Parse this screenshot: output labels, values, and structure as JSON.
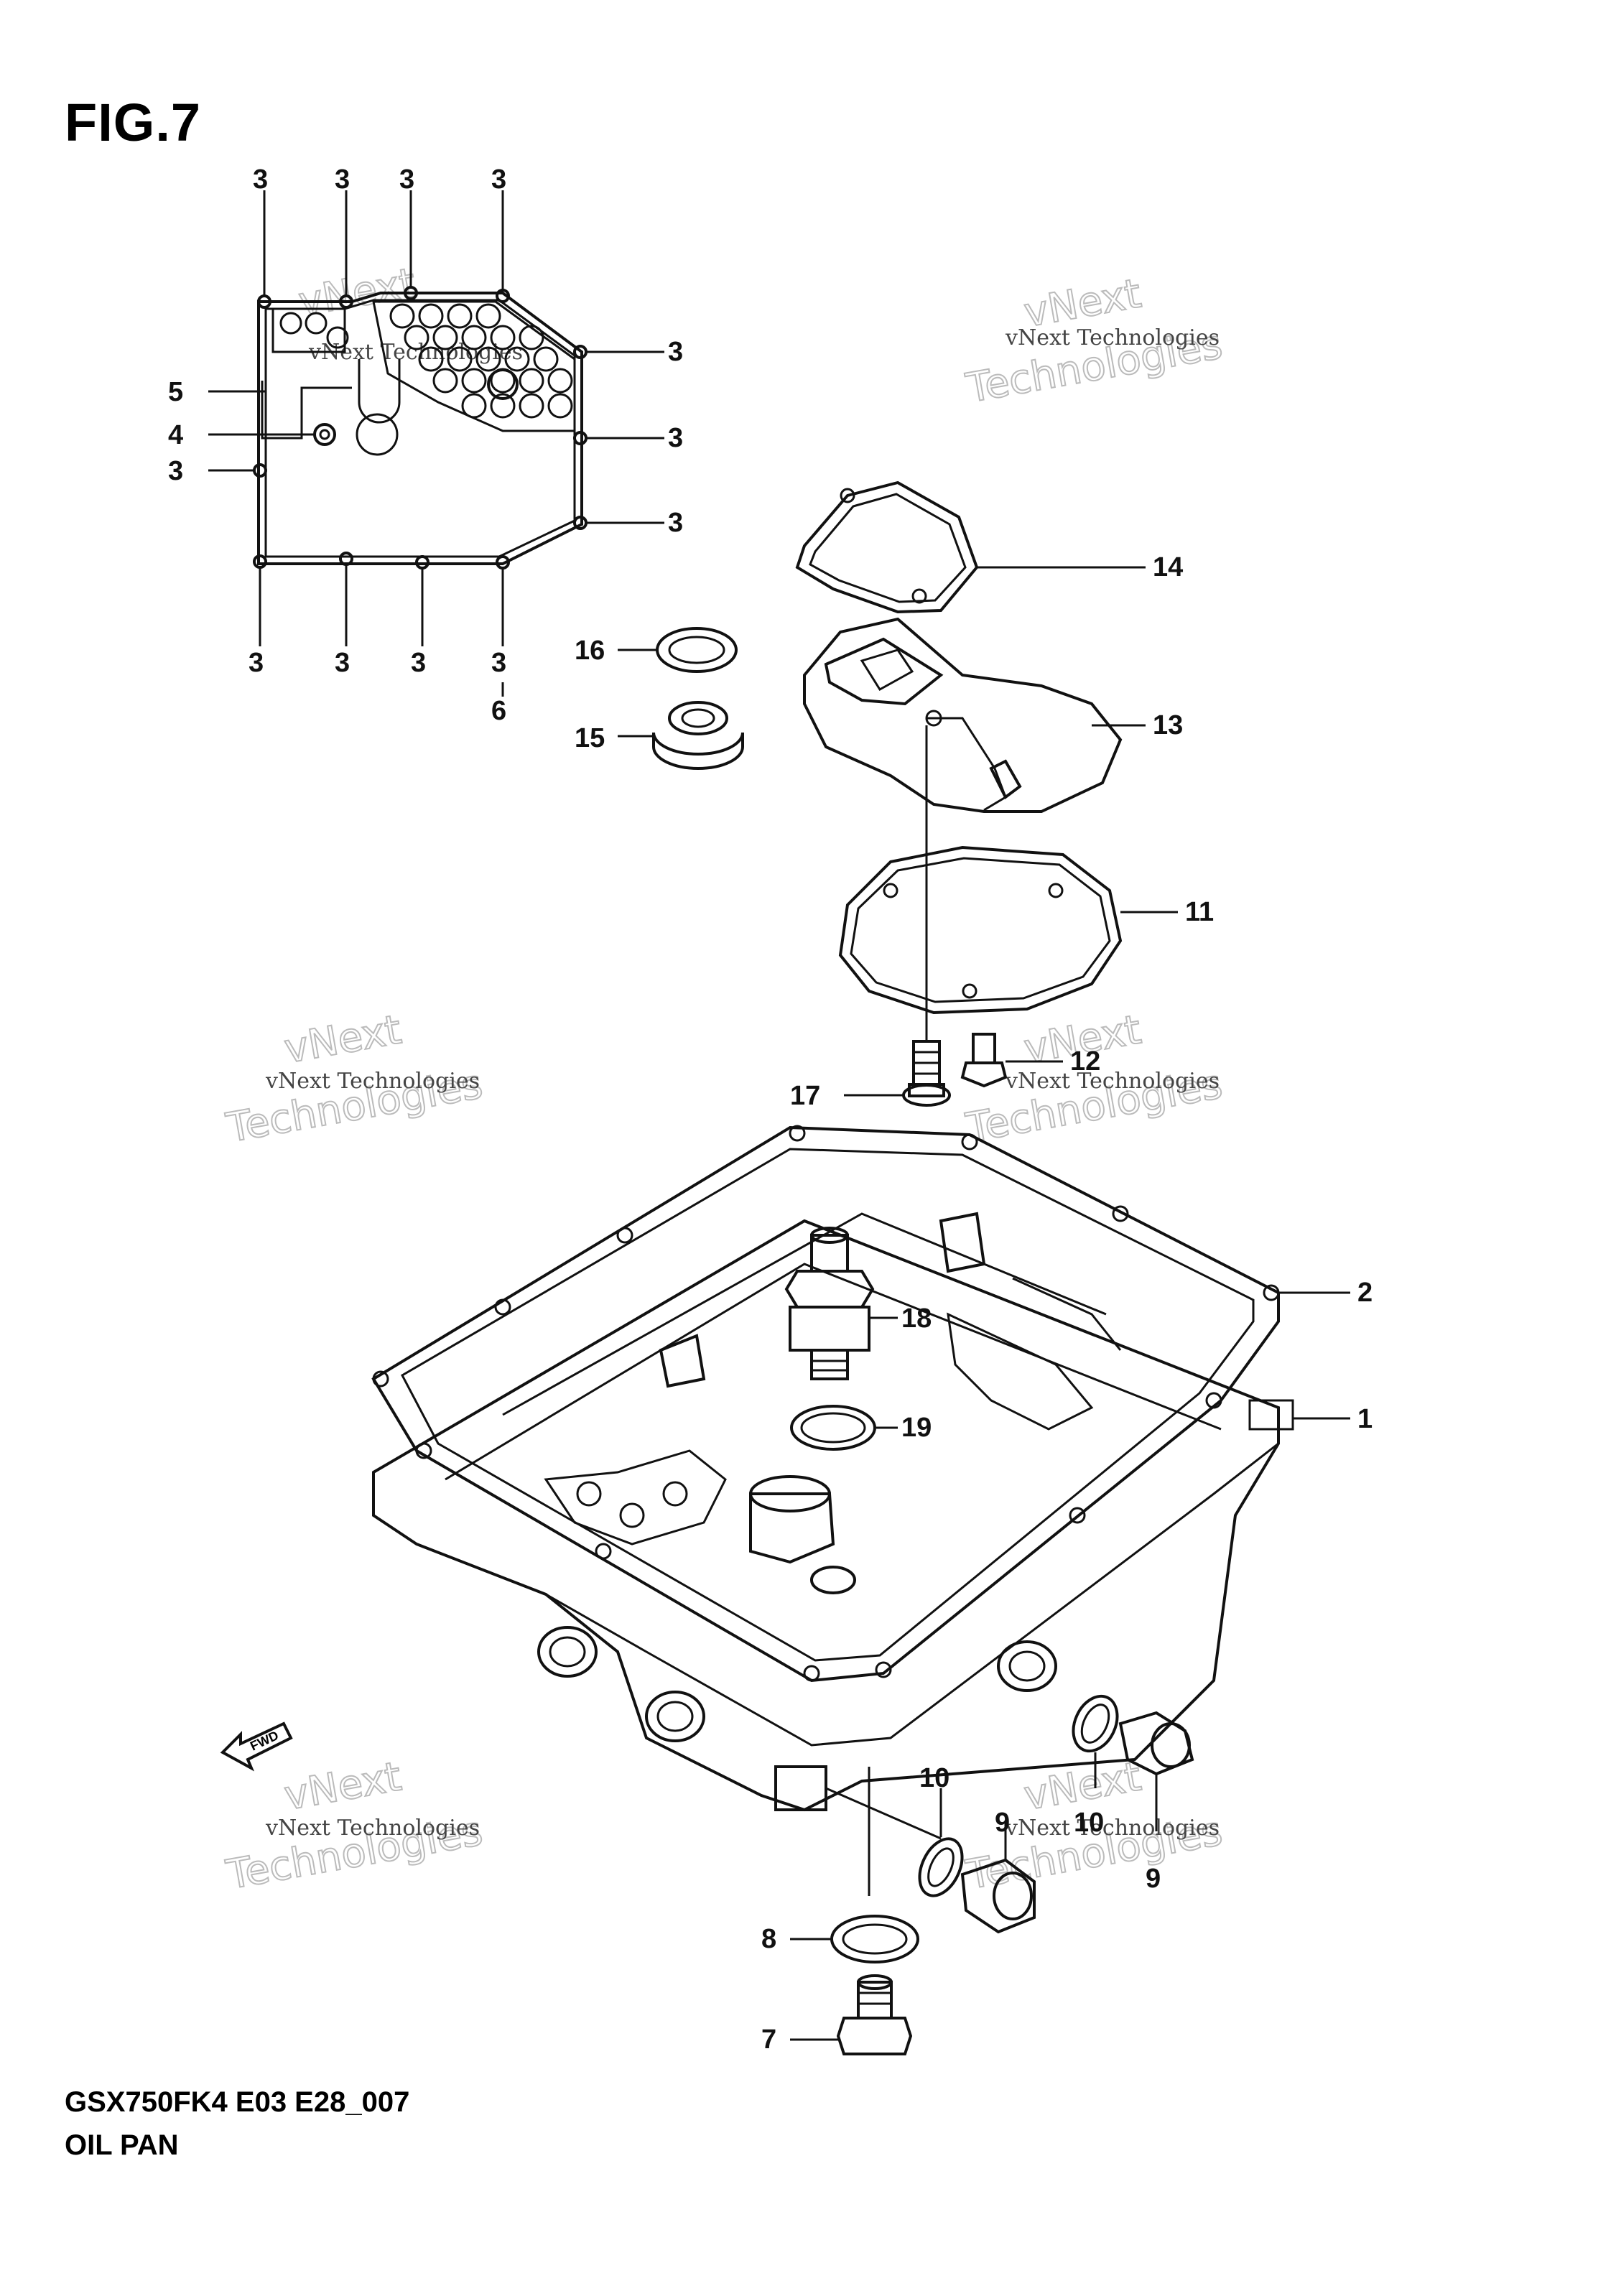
{
  "figure": {
    "title": "FIG.7",
    "model_code": "GSX750FK4 E03 E28_007",
    "name": "OIL PAN"
  },
  "watermark": {
    "line1": "vNext Technologies",
    "line2": "vNext",
    "line3": "Technologies"
  },
  "callouts": {
    "c1": "1",
    "c2": "2",
    "c3a": "3",
    "c3b": "3",
    "c3c": "3",
    "c3d": "3",
    "c3e": "3",
    "c3f": "3",
    "c3g": "3",
    "c3h": "3",
    "c3i": "3",
    "c3j": "3",
    "c3k": "3",
    "c3l": "3",
    "c4": "4",
    "c5": "5",
    "c6": "6",
    "c7": "7",
    "c8": "8",
    "c9a": "9",
    "c9b": "9",
    "c10a": "10",
    "c10b": "10",
    "c11": "11",
    "c12": "12",
    "c13": "13",
    "c14": "14",
    "c15": "15",
    "c16": "16",
    "c17": "17",
    "c18": "18",
    "c19": "19"
  },
  "icons": {
    "front_arrow": "front-direction-arrow-icon",
    "front_arrow_text": "FWD"
  }
}
